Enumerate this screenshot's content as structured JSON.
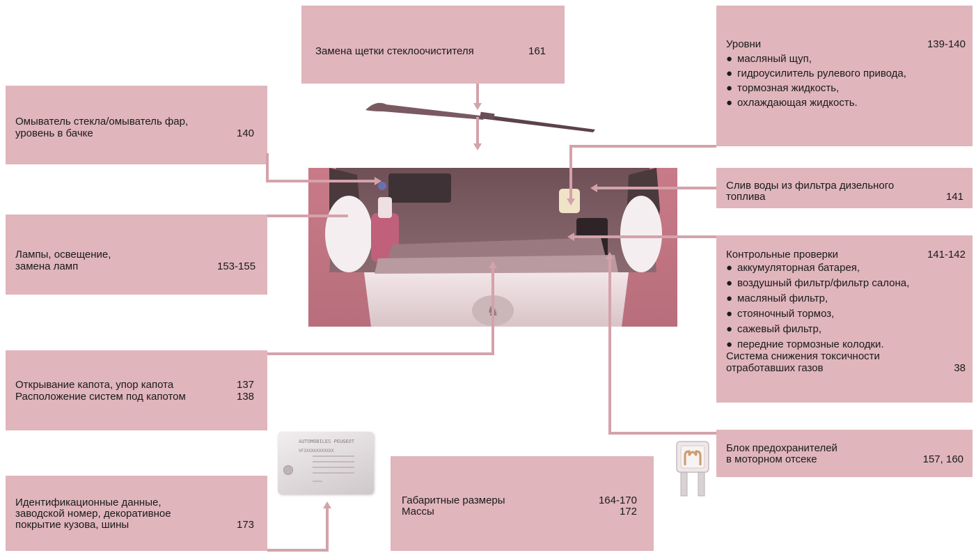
{
  "colors": {
    "panel": "#e0b5bc",
    "arrow": "#d4a2ab",
    "text": "#1a1a1a"
  },
  "wiper": {
    "label": "Замена щетки стеклоочистителя",
    "page": "161"
  },
  "washer": {
    "line1": "Омыватель стекла/омыватель фар,",
    "line2": "уровень в бачке",
    "page": "140"
  },
  "lamps": {
    "line1": "Лампы, освещение,",
    "line2": "замена ламп",
    "page": "153-155"
  },
  "bonnet": {
    "row1": {
      "label": "Открывание капота, упор капота",
      "page": "137"
    },
    "row2": {
      "label": "Расположение систем под капотом",
      "page": "138"
    }
  },
  "ident": {
    "line1": "Идентификационные данные,",
    "line2": "заводской номер, декоративное",
    "line3": "покрытие кузова, шины",
    "page": "173"
  },
  "dims": {
    "row1": {
      "label": "Габаритные размеры",
      "page": "164-170"
    },
    "row2": {
      "label": "Массы",
      "page": "172"
    }
  },
  "levels": {
    "title": "Уровни",
    "page": "139-140",
    "items": [
      "масляный щуп,",
      "гидроусилитель рулевого привода,",
      "тормозная жидкость,",
      "охлаждающая жидкость."
    ]
  },
  "drain": {
    "line1": "Слив воды из фильтра дизельного",
    "line2": "топлива",
    "page": "141"
  },
  "checks": {
    "title": "Контрольные проверки",
    "page": "141-142",
    "items": [
      "аккумуляторная батарея,",
      "воздушный фильтр/фильтр салона,",
      "масляный фильтр,",
      "стояночный тормоз,",
      "сажевый фильтр,",
      "передние тормозные колодки."
    ],
    "extra1": "Система снижения токсичности",
    "extra2": "отработавших газов",
    "extra_page": "38"
  },
  "fuse": {
    "line1": "Блок предохранителей",
    "line2": "в моторном отсеке",
    "page": "157, 160"
  },
  "plate": {
    "line1": "AUTOMOBILES PEUGEOT",
    "line2": "VF3XXXXXXXXXXX"
  },
  "bullet": "●"
}
